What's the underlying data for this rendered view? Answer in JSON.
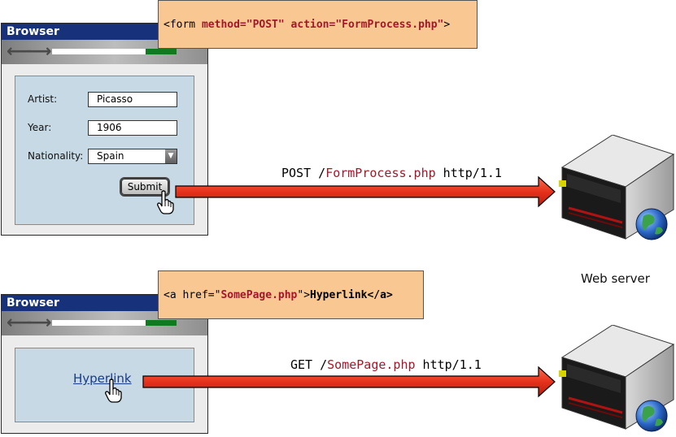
{
  "top": {
    "code_open": "<form ",
    "code_attr1": "method=\"POST\"",
    "code_mid": " ",
    "code_attr2": "action=\"FormProcess.php\"",
    "code_close": ">",
    "browser_title": "Browser",
    "form": {
      "artist_label": "Artist:",
      "artist_value": "Picasso",
      "year_label": "Year:",
      "year_value": "1906",
      "nationality_label": "Nationality:",
      "nationality_value": "Spain",
      "submit_label": "Submit"
    },
    "request_method": "POST /",
    "request_path": "FormProcess.php",
    "request_version": " http/1.1"
  },
  "bottom": {
    "code_open": "<a href=\"",
    "code_href": "SomePage.php",
    "code_mid": "\">",
    "code_text": "Hyperlink</a>",
    "browser_title": "Browser",
    "hyperlink_label": "Hyperlink",
    "request_method": "GET /",
    "request_path": "SomePage.php",
    "request_version": " http/1.1"
  },
  "server_caption": "Web server",
  "colors": {
    "titlebar": "#17327a",
    "content": "#c7d9e5",
    "codebox": "#f9c892",
    "keyword": "#a6162a",
    "arrow": "#e5321c",
    "progress": "#0f7a20"
  }
}
